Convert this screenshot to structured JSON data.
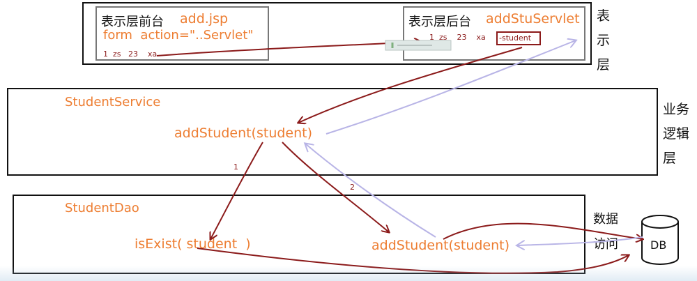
{
  "presentation_layer": {
    "frontend": {
      "title": "表示层前台",
      "file": "add.jsp",
      "form_line": "form  action=\"..Servlet\"",
      "sample_data": "1  zs   23    xa"
    },
    "backend": {
      "title": "表示层后台",
      "servlet": "addStuServlet",
      "sample_data": "1  zs    23    xa",
      "student_tag": "-student"
    },
    "label": [
      "表",
      "示",
      "层"
    ]
  },
  "business_layer": {
    "class_name": "StudentService",
    "method": "addStudent(student)",
    "label": [
      "业务",
      "逻辑",
      "层"
    ]
  },
  "data_layer": {
    "class_name": "StudentDao",
    "method_exist": "isExist( student  )",
    "method_add": "addStudent(student)",
    "label": [
      "数据",
      "访问"
    ]
  },
  "db": {
    "label": "DB"
  },
  "step_labels": {
    "one": "1",
    "two": "2"
  },
  "colors": {
    "orange": "#ED7D31",
    "dark_red": "#8B1A1A",
    "lavender": "#B8B4E6"
  }
}
